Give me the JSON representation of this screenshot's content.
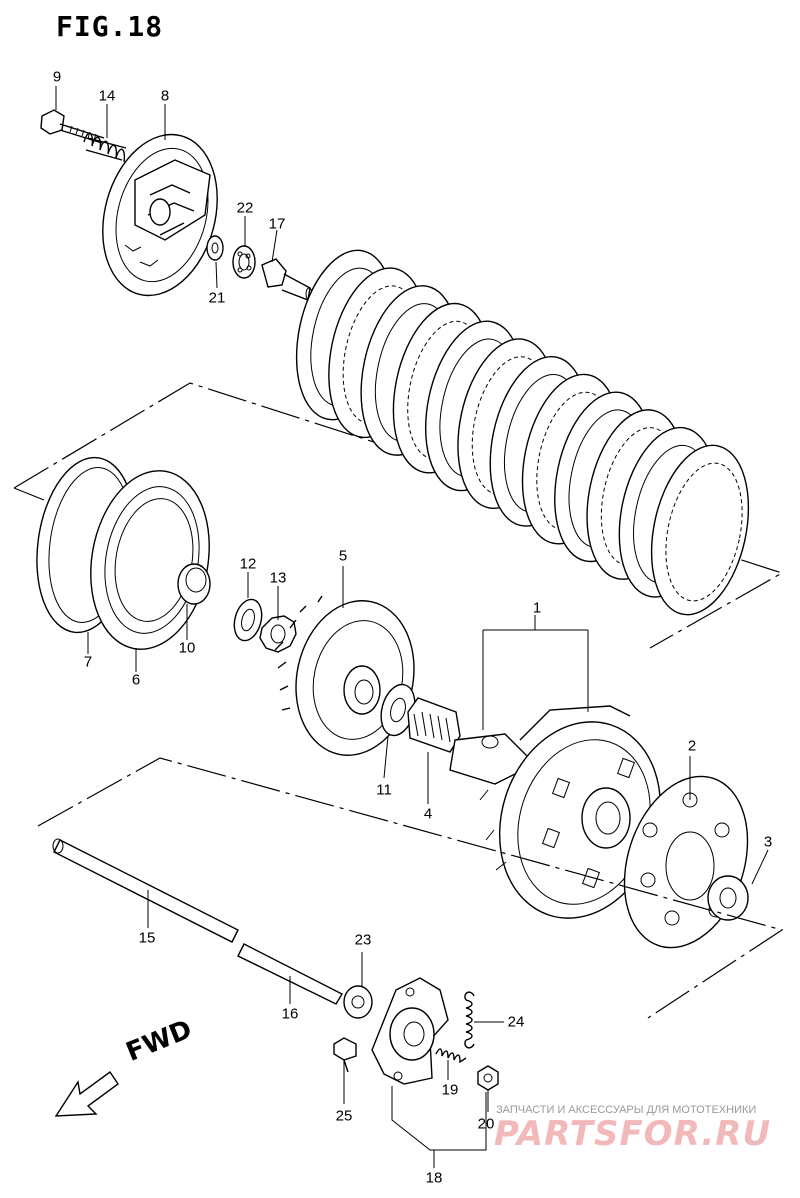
{
  "figure": {
    "title": "FIG.18"
  },
  "direction": {
    "label": "FWD"
  },
  "watermark": {
    "tagline": "ЗАПЧАСТИ И АКСЕССУАРЫ ДЛЯ МОТОТЕХНИКИ",
    "logo": "PARTSFOR.RU"
  },
  "parts": [
    {
      "number": "9"
    },
    {
      "number": "14"
    },
    {
      "number": "8"
    },
    {
      "number": "22"
    },
    {
      "number": "17"
    },
    {
      "number": "21"
    },
    {
      "number": "12"
    },
    {
      "number": "13"
    },
    {
      "number": "5"
    },
    {
      "number": "1"
    },
    {
      "number": "7"
    },
    {
      "number": "6"
    },
    {
      "number": "10"
    },
    {
      "number": "2"
    },
    {
      "number": "3"
    },
    {
      "number": "11"
    },
    {
      "number": "4"
    },
    {
      "number": "15"
    },
    {
      "number": "23"
    },
    {
      "number": "16"
    },
    {
      "number": "24"
    },
    {
      "number": "19"
    },
    {
      "number": "25"
    },
    {
      "number": "20"
    },
    {
      "number": "18"
    }
  ]
}
